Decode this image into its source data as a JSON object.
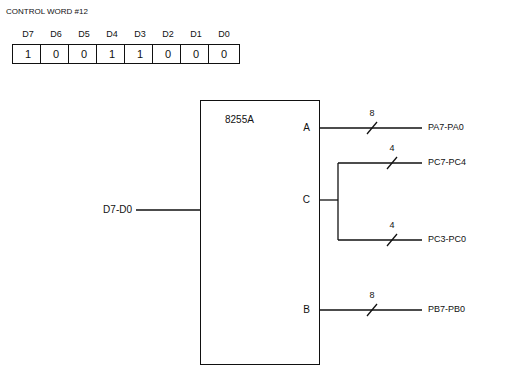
{
  "diagram": {
    "nodes": [
      {
        "text": [
          "D7",
          "1"
        ]
      },
      {
        "text": [
          "D6",
          "0"
        ]
      },
      {
        "text": [
          "D5",
          "0"
        ]
      },
      {
        "text": [
          "D4",
          "1"
        ]
      },
      {
        "text": [
          "D3",
          "1"
        ]
      },
      {
        "text": [
          "D2",
          "0"
        ]
      },
      {
        "text": [
          "D1",
          "0"
        ]
      },
      {
        "text": [
          "D0",
          "0"
        ]
      },
      {
        "text": [
          "8255A"
        ]
      }
    ],
    "labels": [
      "CONTROL WORD #12",
      "A",
      "C",
      "B",
      "8",
      "4",
      "4",
      "8",
      "PA7-PA0",
      "PC7-PC4",
      "PC3-PC0",
      "PB7-PB0",
      "D7-D0"
    ]
  }
}
